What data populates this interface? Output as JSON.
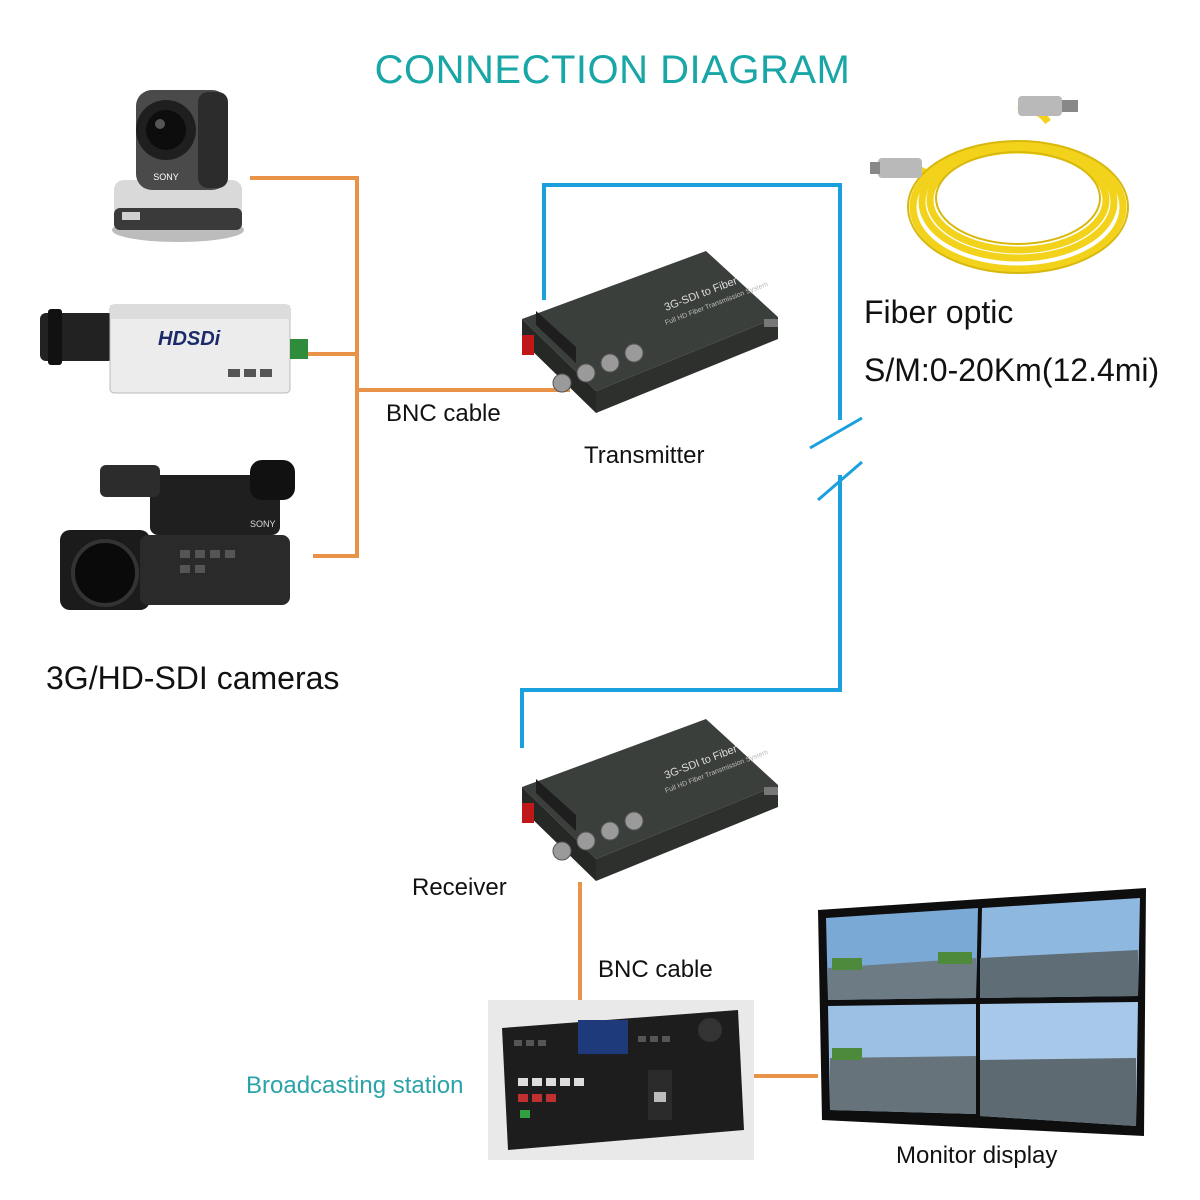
{
  "title": "CONNECTION DIAGRAM",
  "labels": {
    "bnc_cable_top": "BNC cable",
    "transmitter": "Transmitter",
    "fiber_optic": "Fiber optic",
    "fiber_distance": "S/M:0-20Km(12.4mi)",
    "cameras": "3G/HD-SDI cameras",
    "receiver": "Receiver",
    "bnc_cable_bottom": "BNC cable",
    "broadcasting": "Broadcasting station",
    "monitor": "Monitor display"
  },
  "device_text": {
    "box_title": "3G-SDI to Fiber",
    "box_subtitle": "Full HD Fiber Transmission System",
    "camera2_brand": "HDSDi",
    "ptz_brand": "SONY",
    "camcorder_brand": "SONY"
  },
  "colors": {
    "title": "#19a6a6",
    "bnc_line": "#e8924a",
    "fiber_line": "#1aa0dc",
    "broadcast_label": "#2aa3a8"
  }
}
